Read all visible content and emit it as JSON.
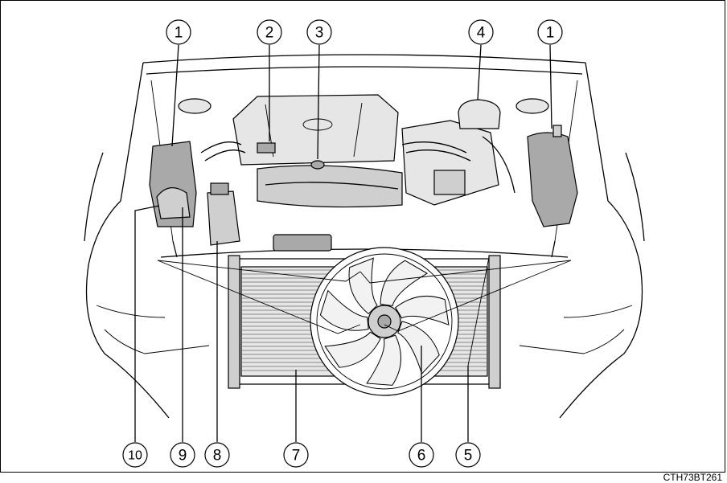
{
  "figure_code": "CTH73BT261",
  "callouts": [
    {
      "id": "c1-left",
      "num": "1"
    },
    {
      "id": "c2",
      "num": "2"
    },
    {
      "id": "c3",
      "num": "3"
    },
    {
      "id": "c4",
      "num": "4"
    },
    {
      "id": "c1-right",
      "num": "1"
    },
    {
      "id": "c10",
      "num": "10"
    },
    {
      "id": "c9",
      "num": "9"
    },
    {
      "id": "c8",
      "num": "8"
    },
    {
      "id": "c7",
      "num": "7"
    },
    {
      "id": "c6",
      "num": "6"
    },
    {
      "id": "c5",
      "num": "5"
    }
  ],
  "colors": {
    "line": "#000000",
    "light": "#e6e6e6",
    "mid": "#cfcfcf",
    "dark": "#a9a9a9",
    "background": "#ffffff"
  }
}
